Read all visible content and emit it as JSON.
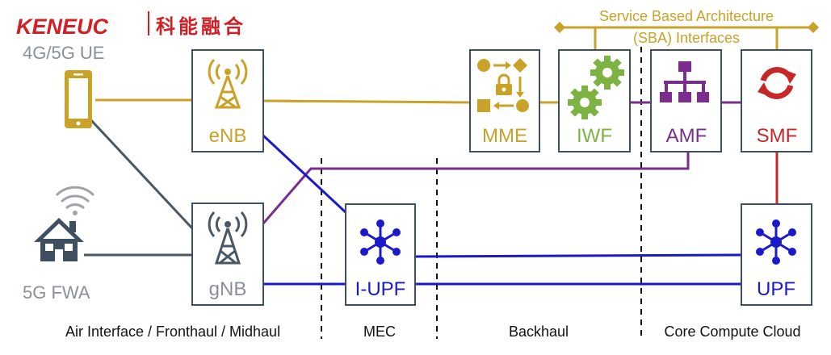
{
  "logo": {
    "brand": "KENEUC",
    "chinese": "科能融合",
    "color": "#d21f26"
  },
  "sba": {
    "line1": "Service Based Architecture",
    "line2": "(SBA) Interfaces"
  },
  "left_labels": {
    "ue": "4G/5G UE",
    "fwa": "5G FWA"
  },
  "nodes": {
    "enb": "eNB",
    "gnb": "gNB",
    "mme": "MME",
    "iwf": "IWF",
    "amf": "AMF",
    "smf": "SMF",
    "iupf": "I-UPF",
    "upf": "UPF"
  },
  "zones": {
    "air": "Air Interface / Fronthaul / Midhaul",
    "mec": "MEC",
    "backhaul": "Backhaul",
    "core": "Core Compute Cloud"
  },
  "colors": {
    "gold": "#c9a227",
    "green": "#7cb342",
    "purple": "#7b2d8e",
    "red": "#c62828",
    "blue": "#1a1acb",
    "slate": "#4a5866",
    "gray": "#8a9099",
    "box_border": "#3d4f61"
  }
}
